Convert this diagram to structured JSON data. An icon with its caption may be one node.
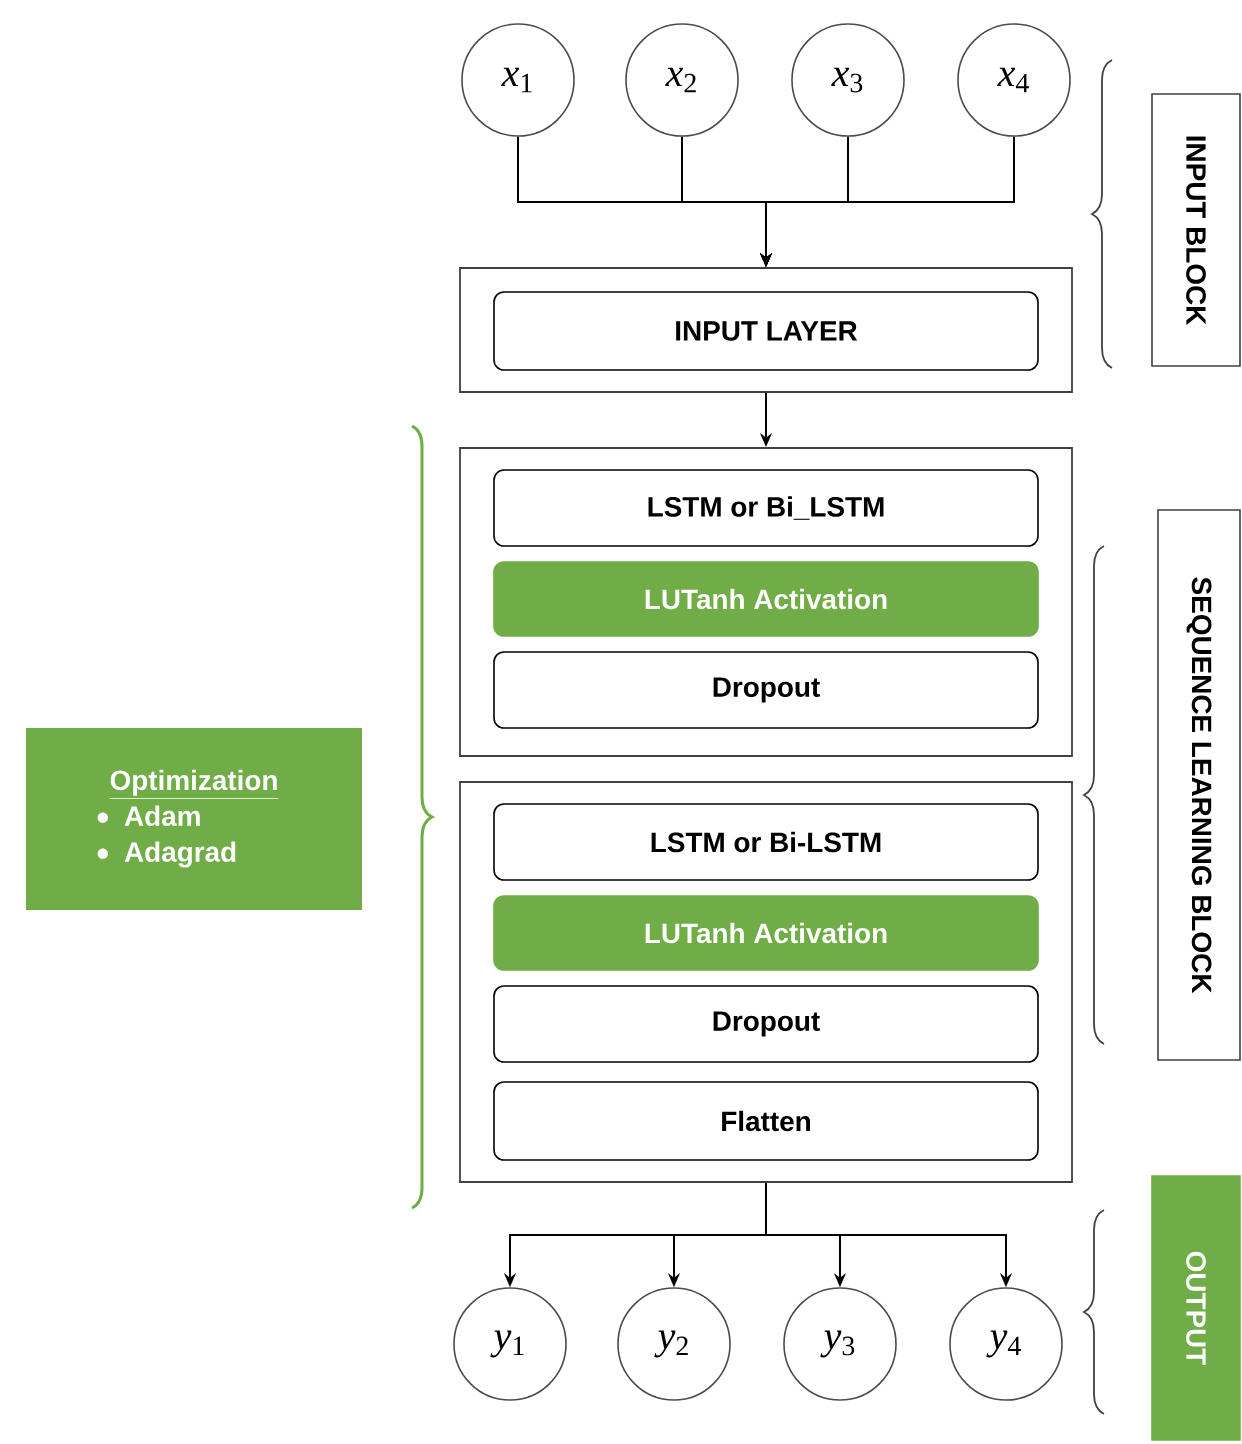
{
  "diagram": {
    "nodes": [
      {
        "text": [
          "*x*$_{1}$"
        ]
      },
      {
        "text": [
          "*x*$_{2}$"
        ]
      },
      {
        "text": [
          "*x*$_{3}$"
        ]
      },
      {
        "text": [
          "*x*$_{4}$"
        ]
      },
      {
        "text": [],
        "shape": "box"
      },
      {
        "text": [
          "INPUT LAYER"
        ],
        "in": 4
      },
      {
        "text": [],
        "shape": "box"
      },
      {
        "text": [
          "LSTM or Bi_LSTM"
        ],
        "in": 6
      },
      {
        "text": [
          "LUTanh Activation"
        ],
        "in": 6
      },
      {
        "text": [
          "Dropout"
        ],
        "in": 6
      },
      {
        "text": [],
        "shape": "box"
      },
      {
        "text": [
          "LSTM or Bi-LSTM"
        ],
        "in": 10
      },
      {
        "text": [
          "LUTanh Activation"
        ],
        "in": 10
      },
      {
        "text": [
          "Dropout"
        ],
        "in": 10
      },
      {
        "text": [
          "Flatten"
        ],
        "in": 10
      },
      {
        "text": [
          "*y*$_{1}$"
        ]
      },
      {
        "text": [
          "*y*$_{2}$"
        ]
      },
      {
        "text": [
          "*y*$_{3}$"
        ]
      },
      {
        "text": [
          "*y*$_{4}$"
        ]
      },
      {
        "text": [
          "Optimization",
          "Adam",
          "Adagrad"
        ]
      },
      {
        "text": [
          "INPUT BLOCK"
        ]
      },
      {
        "text": [
          "SEQUENCE LEARNING BLOCK"
        ]
      },
      {
        "text": [
          "OUTPUT"
        ]
      }
    ],
    "edges": [
      {
        "from": 0,
        "to": 4,
        "arrow": "to"
      },
      {
        "from": 1,
        "to": 4,
        "arrow": "to"
      },
      {
        "from": 2,
        "to": 4,
        "arrow": "to"
      },
      {
        "from": 3,
        "to": 4,
        "arrow": "to"
      },
      {
        "from": 4,
        "to": 6,
        "arrow": "to"
      },
      {
        "from": 10,
        "to": 15,
        "arrow": "to"
      },
      {
        "from": 10,
        "to": 16,
        "arrow": "to"
      },
      {
        "from": 10,
        "to": 17,
        "arrow": "to"
      },
      {
        "from": 10,
        "to": 18,
        "arrow": "to"
      }
    ]
  }
}
